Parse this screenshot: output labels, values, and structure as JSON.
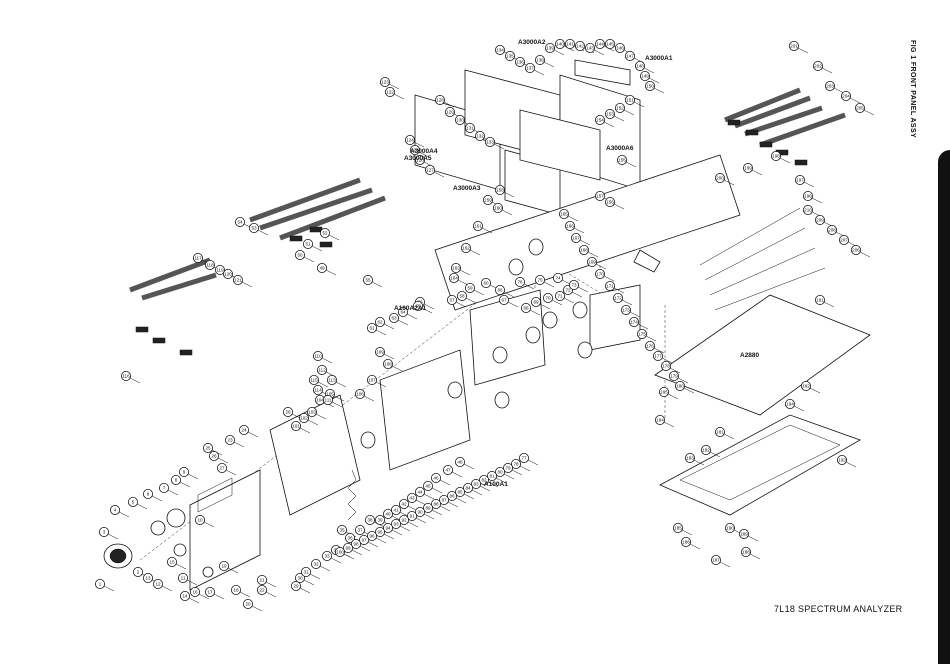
{
  "drawing": {
    "side_title": "FIG 1 FRONT PANEL ASSY",
    "footer_title": "7L18 SPECTRUM ANALYZER",
    "assembly_labels": [
      "A3000A2",
      "A3000A1",
      "A3000A5",
      "A3000A6",
      "A3000A4",
      "A3000A3",
      "A100A2A1",
      "A2880",
      "A100A1"
    ],
    "callouts": [
      "1",
      "2",
      "3",
      "4",
      "5",
      "6",
      "7",
      "8",
      "9",
      "10",
      "11",
      "12",
      "13",
      "14",
      "15",
      "16",
      "17",
      "18",
      "19",
      "20",
      "21",
      "22",
      "23",
      "24",
      "25",
      "26",
      "27",
      "28",
      "29",
      "30",
      "31",
      "32",
      "33",
      "34",
      "35",
      "36",
      "37",
      "38",
      "39",
      "40",
      "41",
      "42",
      "43",
      "44",
      "45",
      "46",
      "47",
      "48",
      "49",
      "50",
      "51",
      "52",
      "53",
      "54",
      "55",
      "56",
      "57",
      "58",
      "59",
      "60",
      "61",
      "62",
      "63",
      "64",
      "65",
      "66",
      "67",
      "68",
      "69",
      "70",
      "71",
      "72",
      "73",
      "74",
      "75",
      "76",
      "77",
      "78",
      "79",
      "80",
      "81",
      "82",
      "83",
      "84",
      "85",
      "86",
      "87",
      "88",
      "89",
      "90",
      "91",
      "92",
      "93",
      "94",
      "95",
      "96",
      "97",
      "98",
      "99",
      "100",
      "101",
      "102",
      "103",
      "104",
      "105",
      "106",
      "107",
      "108",
      "109",
      "110",
      "111",
      "112",
      "113",
      "114",
      "115",
      "116",
      "117",
      "118",
      "119",
      "120",
      "121",
      "122",
      "123",
      "124",
      "125",
      "126",
      "127",
      "128",
      "129",
      "130",
      "131",
      "132",
      "133",
      "134",
      "135",
      "136",
      "137",
      "138",
      "139",
      "140",
      "141",
      "142",
      "143",
      "144",
      "145",
      "146",
      "147",
      "148",
      "149",
      "150",
      "151",
      "152",
      "153",
      "154",
      "155",
      "156",
      "157",
      "158",
      "159",
      "160",
      "161",
      "162",
      "163",
      "164",
      "165",
      "166",
      "167",
      "168",
      "169",
      "170",
      "171",
      "172",
      "173",
      "174",
      "175",
      "176",
      "177",
      "178",
      "179",
      "180",
      "181",
      "182",
      "183",
      "184",
      "185",
      "186",
      "187",
      "188",
      "189",
      "190",
      "191",
      "192",
      "193",
      "194",
      "195",
      "196",
      "197",
      "198",
      "199",
      "200",
      "201",
      "202",
      "203",
      "204",
      "205",
      "206",
      "207",
      "208",
      "209",
      "210"
    ]
  }
}
